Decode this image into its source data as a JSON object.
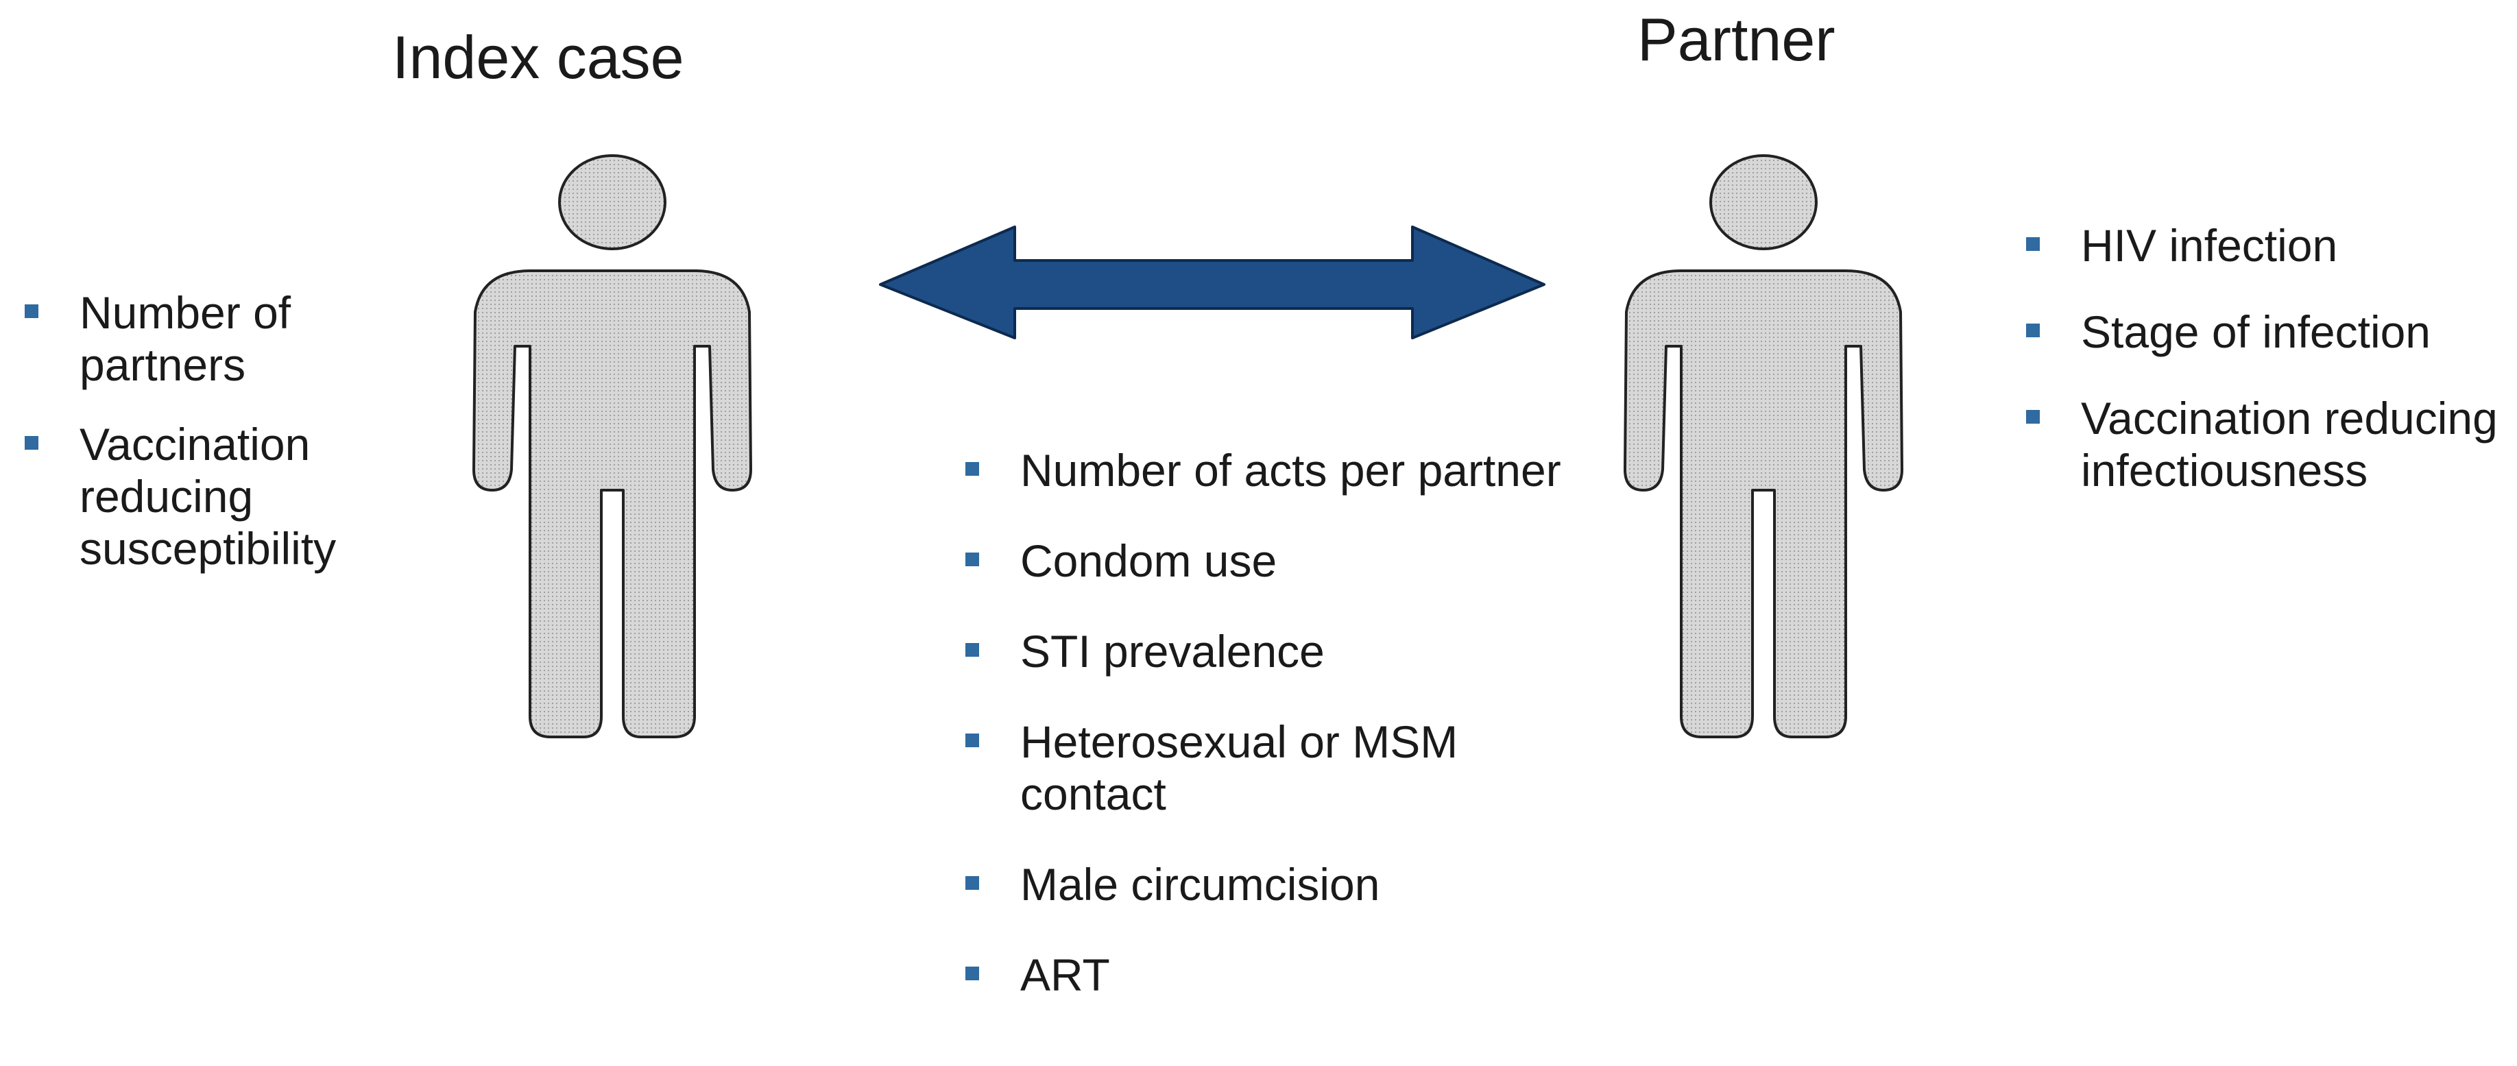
{
  "index_case": {
    "title": "Index case",
    "factors": [
      "Number of partners",
      "Vaccination reducing susceptibility"
    ]
  },
  "partner": {
    "title": "Partner",
    "factors": [
      "HIV infection",
      "Stage of infection",
      "Vaccination reducing infectiousness"
    ]
  },
  "contact": {
    "factors": [
      "Number of acts per partner",
      "Condom use",
      "STI prevalence",
      "Heterosexual or MSM contact",
      "Male circumcision",
      "ART"
    ]
  },
  "colors": {
    "arrow_fill": "#1f4e86",
    "figure_fill": "#d4d4d4",
    "bullet": "#2f6aa0"
  },
  "icons": {
    "figure": "person-silhouette-icon",
    "link": "double-headed-arrow-icon"
  }
}
